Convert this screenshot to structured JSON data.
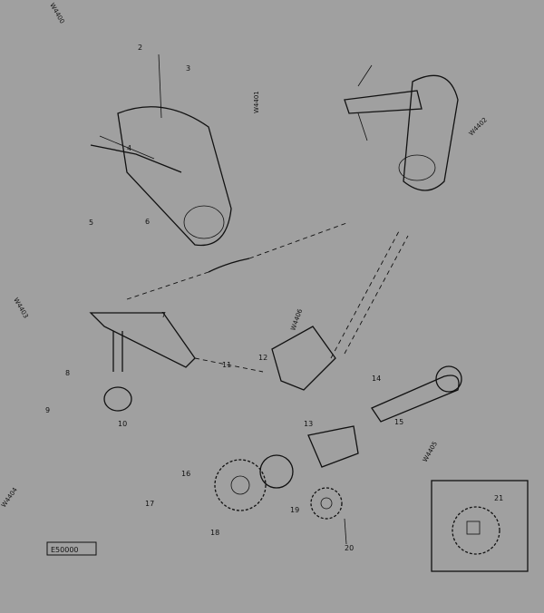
{
  "diagram": {
    "background": "#a0a0a0",
    "line_color": "#111111",
    "reference_badge": "E50000",
    "callouts": [
      "2",
      "3",
      "4",
      "5",
      "6",
      "7",
      "8",
      "9",
      "10",
      "11",
      "12",
      "13",
      "14",
      "15",
      "16",
      "17",
      "18",
      "19",
      "20",
      "21"
    ],
    "part_refs": [
      "W4400",
      "W4401",
      "W4402",
      "W4403",
      "W4404",
      "W4405",
      "W4406"
    ]
  }
}
